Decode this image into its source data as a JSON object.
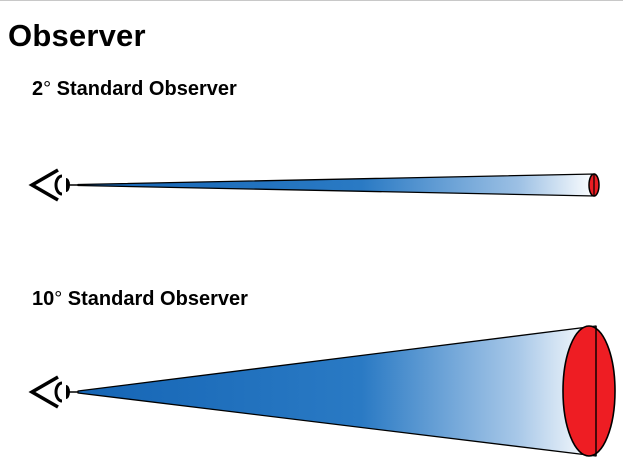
{
  "title": "Observer",
  "sections": [
    {
      "number": "2",
      "degree_symbol": "°",
      "label": " Standard Observer",
      "angle_degrees": 2
    },
    {
      "number": "10",
      "degree_symbol": "°",
      "label": " Standard Observer",
      "angle_degrees": 10
    }
  ],
  "colors": {
    "cone_near": "#1565b5",
    "cone_far": "#ffffff",
    "target_fill": "#ee1d23",
    "outline": "#000000"
  }
}
